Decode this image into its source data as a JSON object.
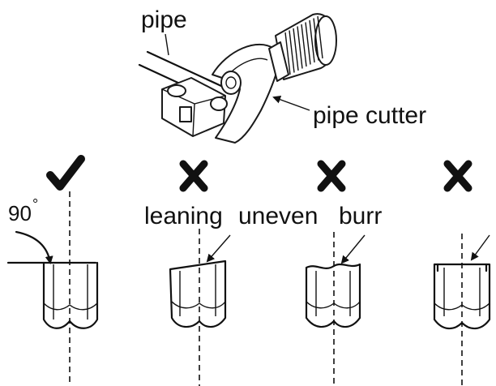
{
  "labels": {
    "pipe": "pipe",
    "pipe_cutter": "pipe cutter",
    "angle": "90",
    "angle_unit": "°",
    "leaning": "leaning",
    "uneven": "uneven",
    "burr": "burr"
  },
  "marks": [
    {
      "type": "check-icon",
      "meaning": "correct"
    },
    {
      "type": "cross-icon",
      "meaning": "wrong"
    },
    {
      "type": "cross-icon",
      "meaning": "wrong"
    },
    {
      "type": "cross-icon",
      "meaning": "wrong"
    }
  ],
  "colors": {
    "ink": "#111111",
    "background": "#ffffff"
  }
}
